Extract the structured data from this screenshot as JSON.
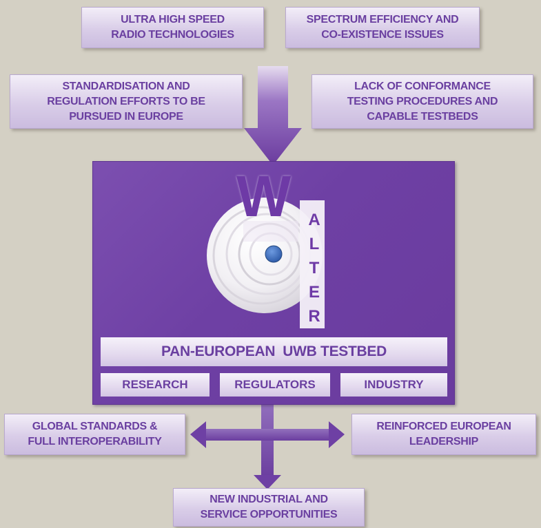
{
  "top_boxes": [
    {
      "id": "ultra-high-speed",
      "text": "ULTRA HIGH SPEED\nRADIO TECHNOLOGIES"
    },
    {
      "id": "spectrum-efficiency",
      "text": "SPECTRUM EFFICIENCY AND\nCO-EXISTENCE ISSUES"
    },
    {
      "id": "standardisation",
      "text": "STANDARDISATION AND\nREGULATION EFFORTS TO BE\nPURSUED IN EUROPE"
    },
    {
      "id": "lack-conformance",
      "text": "LACK OF CONFORMANCE\nTESTING PROCEDURES AND\nCAPABLE TESTBEDS"
    }
  ],
  "logo": {
    "big_letter": "W",
    "letters": [
      "A",
      "L",
      "T",
      "E",
      "R"
    ]
  },
  "testbed_title": "PAN-EUROPEAN  UWB TESTBED",
  "stakeholders": [
    "RESEARCH",
    "REGULATORS",
    "INDUSTRY"
  ],
  "outcomes": {
    "left": "GLOBAL STANDARDS &\nFULL INTEROPERABILITY",
    "right": "REINFORCED EUROPEAN\nLEADERSHIP",
    "bottom": "NEW INDUSTRIAL AND\nSERVICE OPPORTUNITIES"
  },
  "colors": {
    "background": "#d4d0c4",
    "main_panel": "#6e40a4",
    "text": "#6a3fa0",
    "arrow": "#7a4cb0",
    "center_dot": "#3b6cc0"
  }
}
